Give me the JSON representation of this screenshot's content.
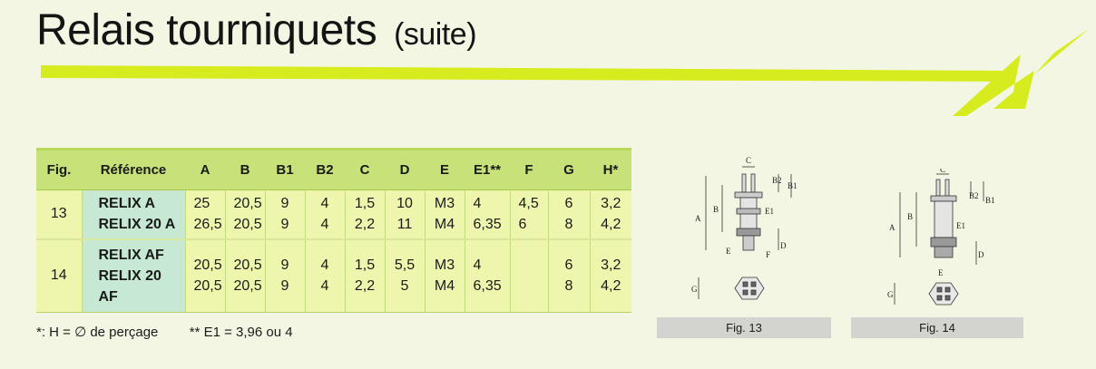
{
  "title": {
    "main": "Relais tourniquets",
    "suffix": "(suite)"
  },
  "table": {
    "headers": [
      "Fig.",
      "Référence",
      "A",
      "B",
      "B1",
      "B2",
      "C",
      "D",
      "E",
      "E1**",
      "F",
      "G",
      "H*"
    ],
    "groups": [
      {
        "fig": "13",
        "refs": [
          "RELIX A",
          "RELIX 20 A"
        ],
        "A": [
          "25",
          "26,5"
        ],
        "B": [
          "20,5",
          "20,5"
        ],
        "B1": [
          "9",
          "9"
        ],
        "B2": [
          "4",
          "4"
        ],
        "C": [
          "1,5",
          "2,2"
        ],
        "D": [
          "10",
          "11"
        ],
        "E": [
          "M3",
          "M4"
        ],
        "E1": [
          "4",
          "6,35"
        ],
        "F": [
          "4,5",
          "6"
        ],
        "G": [
          "6",
          "8"
        ],
        "H": [
          "3,2",
          "4,2"
        ]
      },
      {
        "fig": "14",
        "refs": [
          "RELIX AF",
          "RELIX 20 AF"
        ],
        "A": [
          "20,5",
          "20,5"
        ],
        "B": [
          "20,5",
          "20,5"
        ],
        "B1": [
          "9",
          "9"
        ],
        "B2": [
          "4",
          "4"
        ],
        "C": [
          "1,5",
          "2,2"
        ],
        "D": [
          "5,5",
          "5"
        ],
        "E": [
          "M3",
          "M4"
        ],
        "E1": [
          "4",
          "6,35"
        ],
        "F": [
          "",
          ""
        ],
        "G": [
          "6",
          "8"
        ],
        "H": [
          "3,2",
          "4,2"
        ]
      }
    ]
  },
  "footnotes": {
    "h": "*: H = ∅ de perçage",
    "e1": "** E1 = 3,96 ou 4"
  },
  "figures": [
    {
      "caption": "Fig. 13",
      "dims": [
        "C",
        "B2",
        "B1",
        "A",
        "B",
        "E1",
        "D",
        "E",
        "F",
        "G"
      ]
    },
    {
      "caption": "Fig. 14",
      "dims": [
        "C",
        "B2",
        "B1",
        "A",
        "B",
        "E1",
        "D",
        "E",
        "G"
      ]
    }
  ],
  "colors": {
    "accent_yellow": "#d6ec1e",
    "header_green": "#c8e27a",
    "row_yellow": "#eef6ad",
    "ref_teal": "#c7e9d4",
    "background": "#f4f6e4"
  }
}
